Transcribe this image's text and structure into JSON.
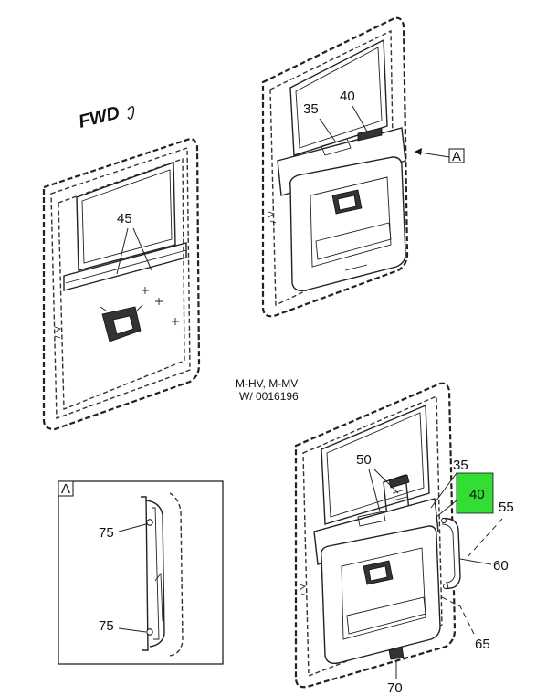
{
  "direction_label": "FWD",
  "configuration_note": {
    "line1": "M-HV, M-MV",
    "line2": "W/ 0016196"
  },
  "detail_view": {
    "label": "A",
    "callouts": [
      "75",
      "75"
    ]
  },
  "view_reference": "A",
  "callouts": {
    "top_left_door": [
      "45"
    ],
    "top_right_door": [
      "35",
      "40"
    ],
    "bottom_right_door": [
      "50",
      "35",
      "40",
      "55",
      "60",
      "65",
      "70"
    ]
  },
  "highlight_color": "#33dd33"
}
